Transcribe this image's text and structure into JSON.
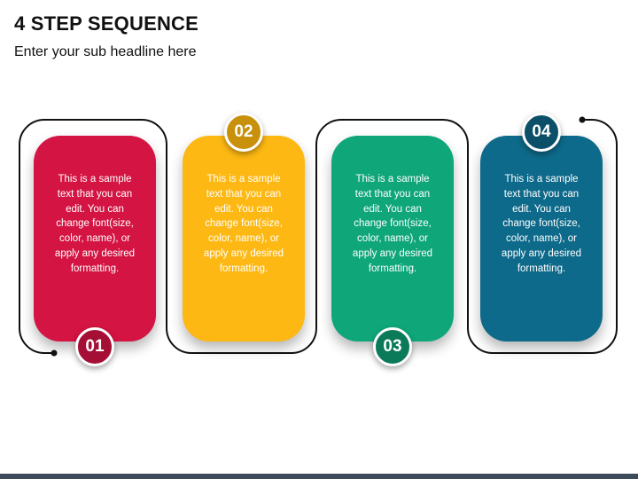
{
  "header": {
    "title": "4 STEP SEQUENCE",
    "subtitle": "Enter your sub headline here"
  },
  "steps": [
    {
      "number": "01",
      "text": "This is a sample text that you can edit. You can change font(size, color, name), or apply any desired formatting.",
      "color": "#d41442",
      "badge_color": "#a50f36"
    },
    {
      "number": "02",
      "text": "This is a sample text that you can edit. You can change font(size, color, name), or apply any desired formatting.",
      "color": "#fdb813",
      "badge_color": "#c8900b"
    },
    {
      "number": "03",
      "text": "This is a sample text that you can edit. You can change font(size, color, name), or apply any desired formatting.",
      "color": "#0fa67a",
      "badge_color": "#0b7a58"
    },
    {
      "number": "04",
      "text": "This is a sample text that you can edit. You can change font(size, color, name), or apply any desired formatting.",
      "color": "#0e6a8a",
      "badge_color": "#0b4f68"
    }
  ],
  "connector_color": "#111111"
}
